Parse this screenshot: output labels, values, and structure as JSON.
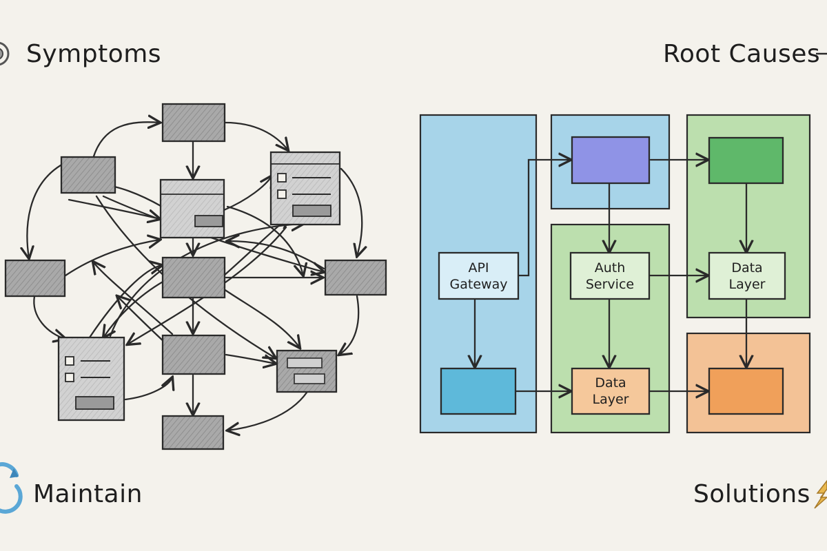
{
  "corners": {
    "top_left": "Symptoms",
    "top_right": "Root Causes",
    "bottom_left": "Maintain",
    "bottom_right": "Solutions"
  },
  "icons": {
    "top_left": "target-icon",
    "top_right": "arrow-icon",
    "bottom_left": "cycle-icon",
    "bottom_right": "lightning-icon"
  },
  "colors": {
    "background": "#f4f2ec",
    "ink": "#2a2a2a",
    "gray_box": "#a8a8a8",
    "gray_box_light": "#cfcfcf",
    "blue_zone": "#8ec9e8",
    "green_zone": "#a9d89a",
    "orange_zone": "#f3b27a",
    "purple_box": "#8f93e6",
    "teal_box": "#5eb9da",
    "green_box": "#5fb86a",
    "orange_box": "#f0a05a"
  },
  "left_diagram": {
    "boxes": [
      {
        "id": "top"
      },
      {
        "id": "upper-left"
      },
      {
        "id": "upper-right-form"
      },
      {
        "id": "center-window"
      },
      {
        "id": "left"
      },
      {
        "id": "center"
      },
      {
        "id": "right"
      },
      {
        "id": "lower-left-form"
      },
      {
        "id": "lower-center"
      },
      {
        "id": "lower-right"
      },
      {
        "id": "bottom"
      }
    ]
  },
  "right_diagram": {
    "zones": [
      {
        "id": "gateway-zone",
        "color": "blue"
      },
      {
        "id": "auth-top-zone",
        "color": "blue"
      },
      {
        "id": "auth-zone",
        "color": "green"
      },
      {
        "id": "data-zone",
        "color": "green"
      },
      {
        "id": "output-zone",
        "color": "orange"
      }
    ],
    "nodes": [
      {
        "id": "api-gateway",
        "lines": [
          "API",
          "Gateway"
        ]
      },
      {
        "id": "auth-service",
        "lines": [
          "Auth",
          "Service"
        ]
      },
      {
        "id": "data-layer-top",
        "lines": [
          "Data",
          "Layer"
        ]
      },
      {
        "id": "data-layer-bottom",
        "lines": [
          "Data",
          "Layer"
        ]
      }
    ]
  }
}
